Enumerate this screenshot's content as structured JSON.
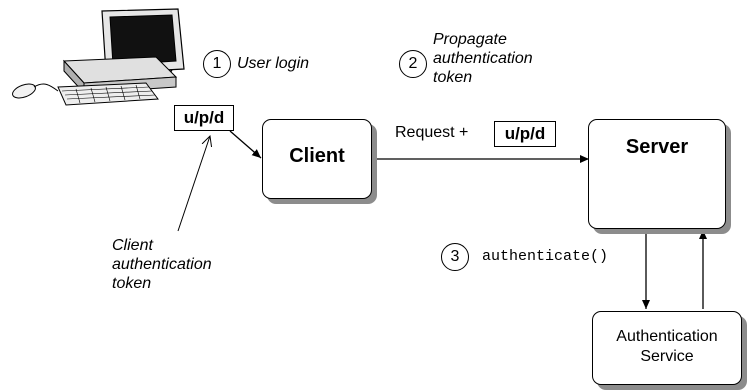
{
  "diagram": {
    "steps": [
      {
        "number": "1",
        "label": "User login"
      },
      {
        "number": "2",
        "label_lines": [
          "Propagate",
          "authentication",
          "token"
        ]
      },
      {
        "number": "3",
        "label": "authenticate()"
      }
    ],
    "client_token": "u/p/d",
    "client_token_caption": [
      "Client",
      "authentication",
      "token"
    ],
    "request_label": "Request +",
    "request_token": "u/p/d",
    "nodes": {
      "client": "Client",
      "server": "Server",
      "auth_service_lines": [
        "Authentication",
        "Service"
      ]
    },
    "icons": {
      "workstation": "computer-icon"
    }
  }
}
